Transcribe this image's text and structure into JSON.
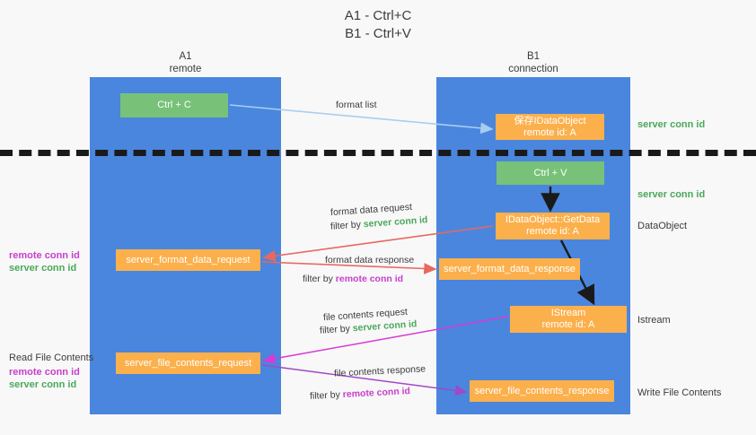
{
  "title": "A1 - Ctrl+C\nB1 - Ctrl+V",
  "lanes": {
    "a": {
      "header": "A1\nremote"
    },
    "b": {
      "header": "B1\nconnection"
    }
  },
  "boxes": {
    "ctrl_c": "Ctrl + C",
    "ctrl_v": "Ctrl + V",
    "save_idataobject": "保存IDataObject\nremote id: A",
    "getdata": "IDataObject::GetData\nremote id: A",
    "format_data_request": "server_format_data_request",
    "format_data_response": "server_format_data_response",
    "istream": "IStream\nremote id: A",
    "file_contents_request": "server_file_contents_request",
    "file_contents_response": "server_file_contents_response"
  },
  "side_labels": {
    "server_conn_id_top": "server conn id",
    "server_conn_id_mid": "server conn id",
    "dataobject": "DataObject",
    "istream": "Istream",
    "write_file_contents": "Write File Contents"
  },
  "left_labels": {
    "format_remote": "remote conn id",
    "format_server": "server conn id",
    "read_file_contents": "Read File Contents",
    "file_remote": "remote conn id",
    "file_server": "server conn id"
  },
  "arrow_labels": {
    "format_list": "format list",
    "format_data_request": "format data request",
    "format_data_request_filter_prefix": "filter by ",
    "format_data_request_filter_key": "server conn id",
    "format_data_response": "format data response",
    "format_data_response_filter_prefix": "filter by ",
    "format_data_response_filter_key": "remote conn id",
    "file_contents_request": "file contents request",
    "file_contents_request_filter_prefix": "filter by ",
    "file_contents_request_filter_key": "server conn id",
    "file_contents_response": "file contents response",
    "file_contents_response_filter_prefix": "filter by ",
    "file_contents_response_filter_key": "remote conn id"
  },
  "colors": {
    "lane_blue": "#4a86dd",
    "box_green": "#77c278",
    "box_orange": "#fbb04c",
    "server_conn_green": "#4aa85a",
    "remote_conn_purple": "#c83ecd",
    "arrow_lightblue": "#a8cdf0",
    "arrow_red": "#e8685e",
    "arrow_magenta": "#d63bd6",
    "arrow_purple": "#a148c8",
    "arrow_black": "#1a1a1a"
  }
}
